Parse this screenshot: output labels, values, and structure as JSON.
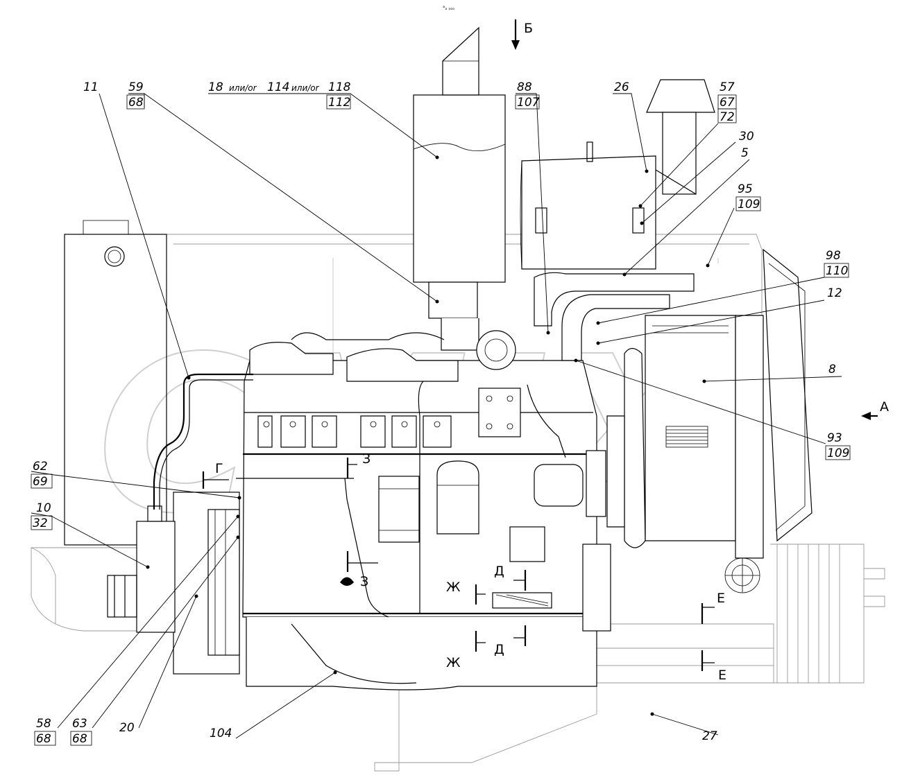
{
  "header_mark": "°ₐ ₒₒₒ",
  "watermark": "CMIX",
  "section_marks": {
    "b": "Б",
    "a": "А",
    "g": "Г",
    "z_top": "З",
    "z_bottom": "З",
    "zh_top": "Ж",
    "zh_bottom": "Ж",
    "d_top": "Д",
    "d_bottom": "Д",
    "e_top": "Е",
    "e_bottom": "Е"
  },
  "callouts": {
    "c11": "11",
    "c59": "59",
    "c68a": "68",
    "c18": "18",
    "ili1": "или/or",
    "c114": "114",
    "ili2": "или/or",
    "c118": "118",
    "c112": "112",
    "c88": "88",
    "c107": "107",
    "c26": "26",
    "c57": "57",
    "c67": "67",
    "c72": "72",
    "c30": "30",
    "c5": "5",
    "c95": "95",
    "c109a": "109",
    "c98": "98",
    "c110": "110",
    "c12": "12",
    "c8": "8",
    "c93": "93",
    "c109b": "109",
    "c62": "62",
    "c69": "69",
    "c10": "10",
    "c32": "32",
    "c58": "58",
    "c68b": "68",
    "c63": "63",
    "c68c": "68",
    "c20": "20",
    "c104": "104",
    "c27": "27"
  }
}
